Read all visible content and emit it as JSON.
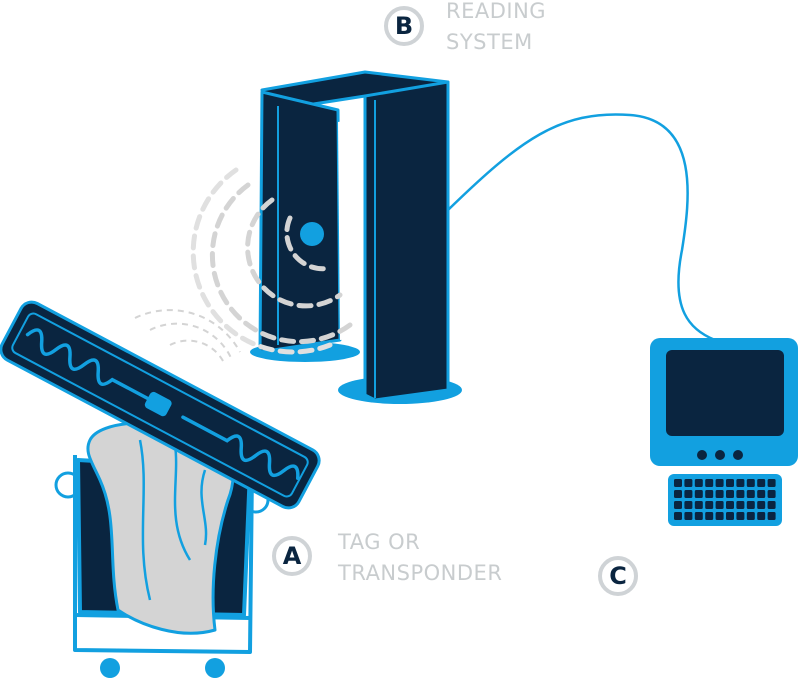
{
  "colors": {
    "navy": "#0a2540",
    "blue": "#12a0e0",
    "gray": "#d4d4d4",
    "badge_border": "#cfd3d6",
    "caption": "#c8ccce"
  },
  "labels": {
    "tag": {
      "letter": "A",
      "line1": "TAG OR",
      "line2": "TRANSPONDER"
    },
    "reader": {
      "letter": "B",
      "line1": "READING",
      "line2": "SYSTEM"
    },
    "computer": {
      "letter": "C"
    }
  },
  "icons": [
    "rfid-gate-icon",
    "rfid-tag-icon",
    "laundry-cart-icon",
    "computer-monitor-icon",
    "keyboard-icon",
    "radio-wave-icon"
  ]
}
